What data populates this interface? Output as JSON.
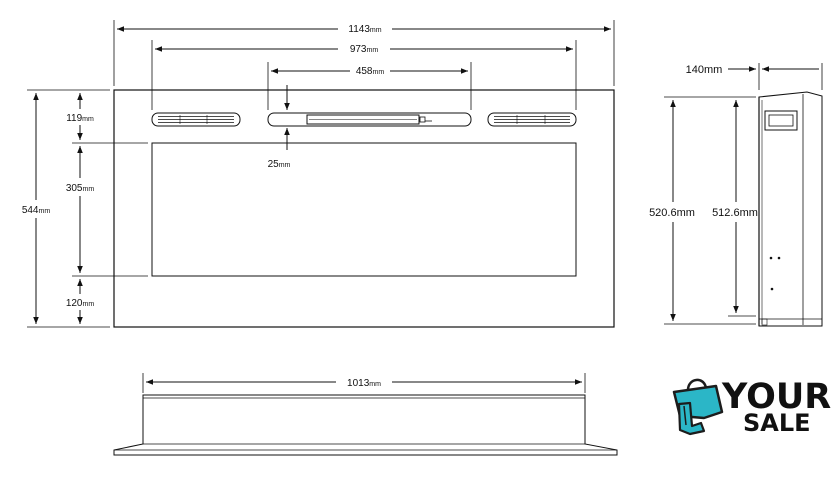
{
  "front_view": {
    "overall_width": "1143",
    "inner_width": "973",
    "control_width": "458",
    "overall_height": "544",
    "top_band": "119",
    "screen_height": "305",
    "bottom_band": "120",
    "control_offset": "25",
    "unit": "mm"
  },
  "side_view": {
    "depth": "140mm",
    "outer_height": "520.6mm",
    "inner_height": "512.6mm"
  },
  "top_view": {
    "width": "1013",
    "unit": "mm"
  },
  "logo": {
    "word1": "YOUR",
    "word2": "SALE",
    "colors": {
      "teal": "#2bb6c7",
      "dark": "#1c1c1c"
    }
  }
}
